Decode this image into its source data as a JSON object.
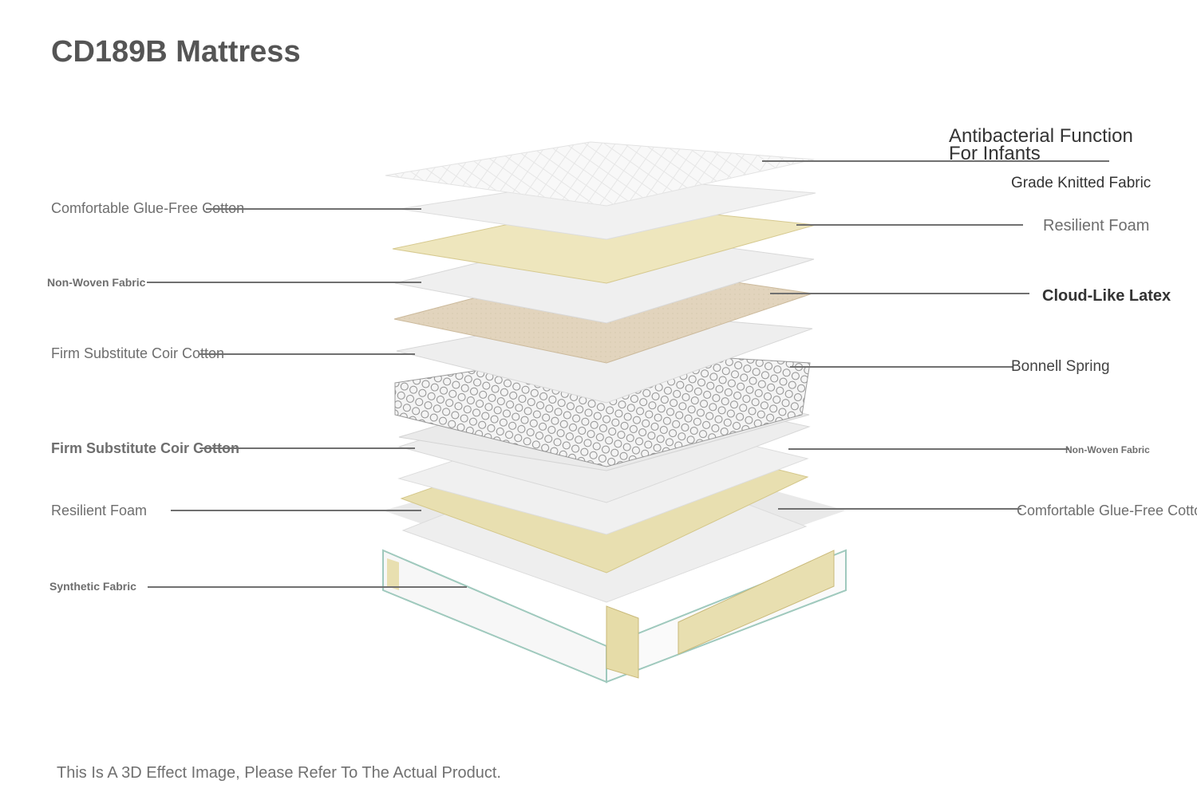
{
  "title": "CD189B Mattress",
  "footnote": "This Is A 3D Effect Image, Please Refer To The Actual Product.",
  "labels_left": [
    {
      "text": "Comfortable Glue-Free Cotton"
    },
    {
      "text": "Non-Woven Fabric"
    },
    {
      "text": "Firm Substitute Coir Cotton"
    },
    {
      "text": "Firm Substitute Coir Cotton"
    },
    {
      "text": "Resilient Foam"
    },
    {
      "text": "Synthetic Fabric"
    }
  ],
  "labels_right": [
    {
      "line1": "Antibacterial Function",
      "line2": "For Infants"
    },
    {
      "text": "Grade Knitted Fabric"
    },
    {
      "text": "Resilient Foam"
    },
    {
      "text": "Cloud-Like Latex"
    },
    {
      "text": "Bonnell Spring"
    },
    {
      "text": "Non-Woven Fabric"
    },
    {
      "text": "Comfortable Glue-Free Cotton"
    }
  ],
  "colors": {
    "fabric": "#f2f2f2",
    "foam": "#e8dfb0",
    "latex": "#e2d4bd",
    "leader_line": "#707070",
    "title": "#555555"
  }
}
